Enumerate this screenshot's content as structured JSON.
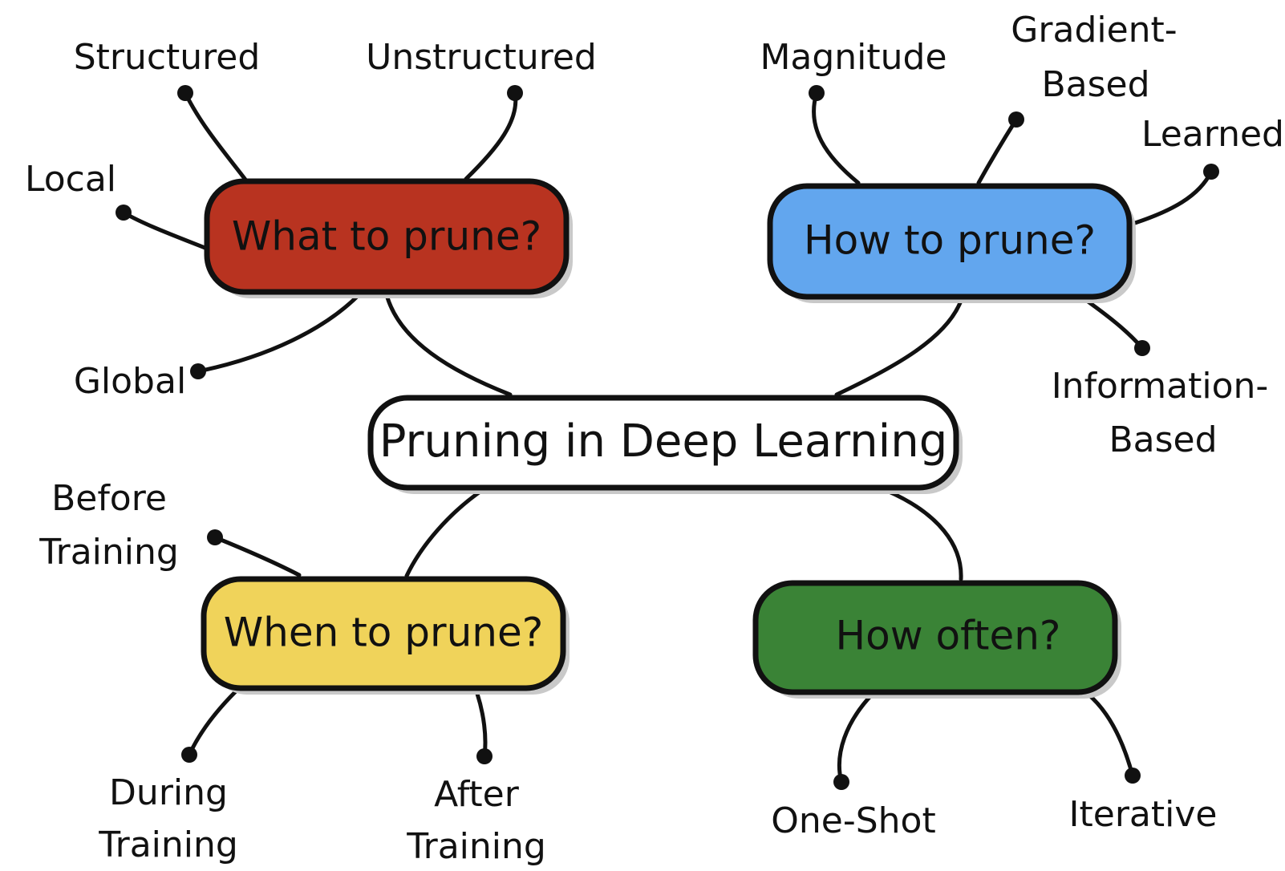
{
  "diagram": {
    "center": {
      "label": "Pruning in Deep Learning",
      "color": "#ffffff"
    },
    "branches": [
      {
        "id": "what",
        "label": "What to prune?",
        "color": "#b83320",
        "leaves": [
          {
            "id": "structured",
            "lines": [
              "Structured"
            ]
          },
          {
            "id": "unstructured",
            "lines": [
              "Unstructured"
            ]
          },
          {
            "id": "local",
            "lines": [
              "Local"
            ]
          },
          {
            "id": "global",
            "lines": [
              "Global"
            ]
          }
        ]
      },
      {
        "id": "how",
        "label": "How to prune?",
        "color": "#62a6ee",
        "leaves": [
          {
            "id": "magnitude",
            "lines": [
              "Magnitude"
            ]
          },
          {
            "id": "gradient",
            "lines": [
              "Gradient-",
              "Based"
            ]
          },
          {
            "id": "learned",
            "lines": [
              "Learned"
            ]
          },
          {
            "id": "information",
            "lines": [
              "Information-",
              "Based"
            ]
          }
        ]
      },
      {
        "id": "when",
        "label": "When to prune?",
        "color": "#f0d35a",
        "leaves": [
          {
            "id": "before",
            "lines": [
              "Before",
              "Training"
            ]
          },
          {
            "id": "during",
            "lines": [
              "During",
              "Training"
            ]
          },
          {
            "id": "after",
            "lines": [
              "After",
              "Training"
            ]
          }
        ]
      },
      {
        "id": "often",
        "label": "How often?",
        "color": "#3a8336",
        "leaves": [
          {
            "id": "oneshot",
            "lines": [
              "One-Shot"
            ]
          },
          {
            "id": "iterative",
            "lines": [
              "Iterative"
            ]
          }
        ]
      }
    ]
  }
}
